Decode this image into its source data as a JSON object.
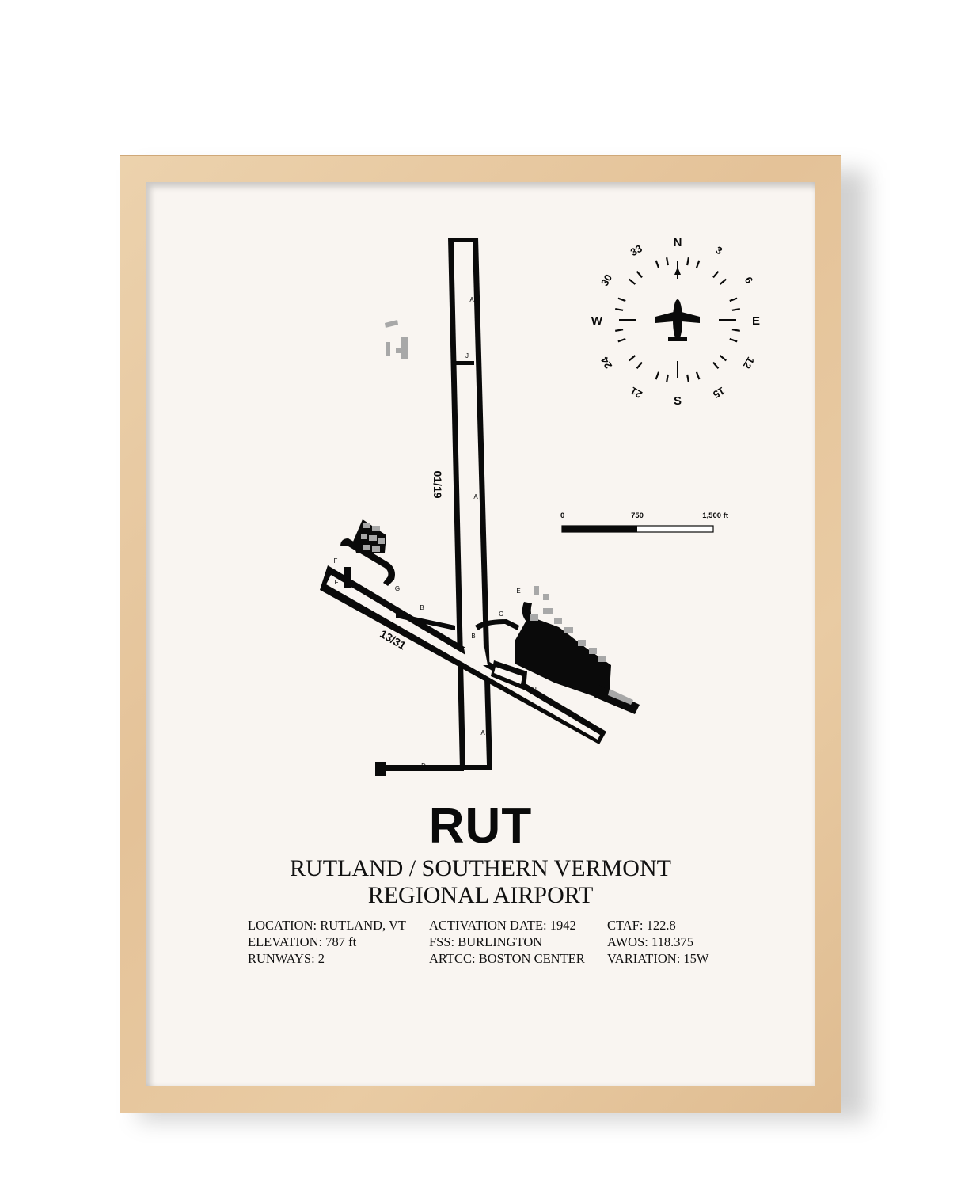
{
  "poster": {
    "code": "RUT",
    "name_line1": "RUTLAND / SOUTHERN VERMONT",
    "name_line2": "REGIONAL AIRPORT"
  },
  "info": {
    "col1": [
      "LOCATION: RUTLAND, VT",
      "ELEVATION: 787 ft",
      "RUNWAYS: 2"
    ],
    "col2": [
      "ACTIVATION DATE: 1942",
      "FSS: BURLINGTON",
      "ARTCC: BOSTON CENTER"
    ],
    "col3": [
      "CTAF: 122.8",
      "AWOS: 118.375",
      "VARIATION: 15W"
    ]
  },
  "runways": {
    "rwy_01_19": "01/19",
    "rwy_13_31": "13/31"
  },
  "taxiways": {
    "a": "A",
    "b": "B",
    "c": "C",
    "d": "D",
    "e": "E",
    "f": "F",
    "g": "G",
    "h": "H",
    "j": "J"
  },
  "compass": {
    "n": "N",
    "e": "E",
    "s": "S",
    "w": "W",
    "h3": "3",
    "h6": "6",
    "h12": "12",
    "h15": "15",
    "h21": "21",
    "h24": "24",
    "h30": "30",
    "h33": "33"
  },
  "scale": {
    "zero": "0",
    "mid": "750",
    "max": "1,500 ft"
  },
  "colors": {
    "ink": "#0a0a0a",
    "mat": "#f9f5f1",
    "frame": "#e6c59c",
    "building_gray": "#a8a8a8"
  }
}
